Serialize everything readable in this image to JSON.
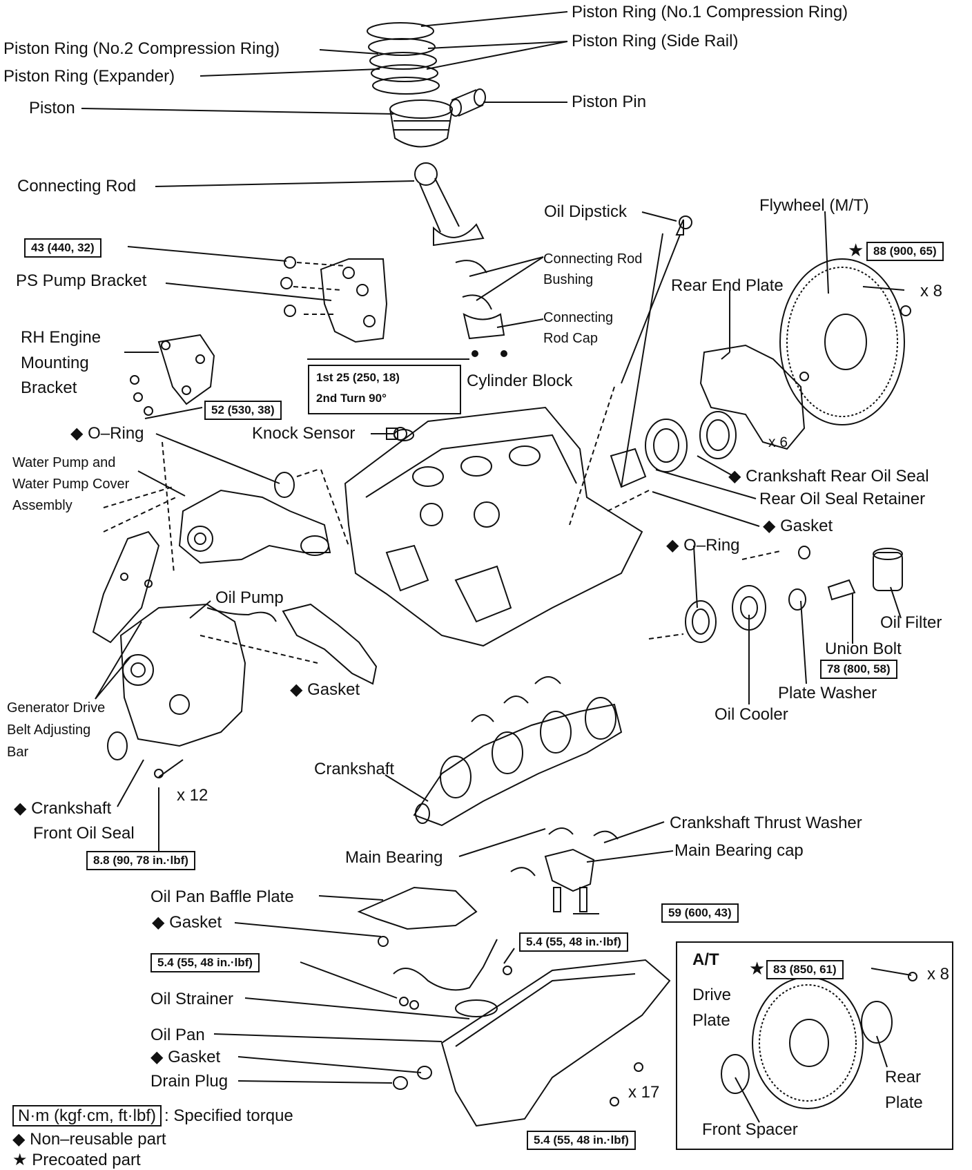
{
  "labels": {
    "piston_ring_no1": "Piston Ring (No.1 Compression Ring)",
    "piston_ring_no2": "Piston Ring (No.2 Compression Ring)",
    "piston_ring_side_rail": "Piston Ring (Side Rail)",
    "piston_ring_expander": "Piston Ring (Expander)",
    "piston": "Piston",
    "piston_pin": "Piston Pin",
    "connecting_rod": "Connecting Rod",
    "oil_dipstick": "Oil Dipstick",
    "flywheel": "Flywheel (M/T)",
    "ps_pump_bracket": "PS Pump Bracket",
    "conn_rod_bushing": [
      "Connecting Rod",
      "Bushing"
    ],
    "rear_end_plate": "Rear End Plate",
    "rh_mounting_bracket": [
      "RH Engine",
      "Mounting",
      "Bracket"
    ],
    "conn_rod_cap": [
      "Connecting",
      "Rod Cap"
    ],
    "cylinder_block": "Cylinder Block",
    "o_ring_1": "O–Ring",
    "knock_sensor": "Knock Sensor",
    "crankshaft_rear_oil_seal": "Crankshaft Rear Oil Seal",
    "water_pump": [
      "Water Pump and",
      "Water Pump Cover",
      "Assembly"
    ],
    "rear_oil_seal_retainer": "Rear Oil Seal Retainer",
    "gasket_rear": "Gasket",
    "o_ring_2": "O–Ring",
    "oil_pump": "Oil Pump",
    "oil_filter": "Oil Filter",
    "union_bolt": "Union Bolt",
    "gasket_pump": "Gasket",
    "plate_washer": "Plate Washer",
    "generator_bar": [
      "Generator Drive",
      "Belt Adjusting",
      "Bar"
    ],
    "oil_cooler": "Oil Cooler",
    "crankshaft": "Crankshaft",
    "crankshaft_front_oil_seal": [
      "Crankshaft",
      "Front Oil Seal"
    ],
    "crankshaft_thrust_washer": "Crankshaft Thrust Washer",
    "main_bearing": "Main Bearing",
    "main_bearing_cap": "Main Bearing cap",
    "oil_pan_baffle_plate": "Oil Pan Baffle Plate",
    "gasket_baffle": "Gasket",
    "oil_strainer": "Oil Strainer",
    "oil_pan": "Oil Pan",
    "gasket_pan": "Gasket",
    "drain_plug": "Drain Plug",
    "drive_plate": [
      "Drive",
      "Plate"
    ],
    "rear_plate": [
      "Rear",
      "Plate"
    ],
    "front_spacer": "Front Spacer",
    "at_title": "A/T"
  },
  "multipliers": {
    "flywheel": "x 8",
    "rear_end_plate": "x 6",
    "front_seal": "x 12",
    "oil_pan": "x 17",
    "drive_plate": "x 8"
  },
  "torques": {
    "ps_pump": "43 (440, 32)",
    "flywheel": "88 (900, 65)",
    "conn_rod_line1": "1st   25 (250, 18)",
    "conn_rod_line2": "2nd Turn 90°",
    "rh_bracket": "52 (530, 38)",
    "union_bolt": "78 (800, 58)",
    "oil_pump": "8.8 (90, 78 in.·lbf)",
    "main_bearing_cap": "59 (600, 43)",
    "strainer": "5.4 (55, 48 in.·lbf)",
    "baffle": "5.4 (55, 48 in.·lbf)",
    "drive_plate": "83 (850, 61)",
    "oil_pan": "5.4 (55, 48 in.·lbf)"
  },
  "legend": {
    "torque_unit": "N·m (kgf·cm, ft·lbf)",
    "torque_text": ": Specified torque",
    "non_reusable": "Non–reusable part",
    "precoated": "Precoated part"
  },
  "symbols": {
    "diamond": "◆",
    "star": "★"
  }
}
